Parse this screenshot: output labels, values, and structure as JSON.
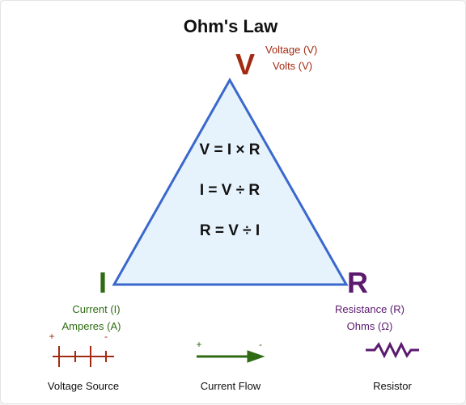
{
  "title": "Ohm's Law",
  "colors": {
    "voltage": "#a32a12",
    "current": "#2e6b12",
    "resistance": "#5b1a6e",
    "triangle_stroke": "#3a68cc",
    "triangle_fill": "#e6f2fc"
  },
  "vertices": {
    "voltage": {
      "letter": "V",
      "line1": "Voltage (V)",
      "line2": "Volts (V)"
    },
    "current": {
      "letter": "I",
      "line1": "Current (I)",
      "line2": "Amperes (A)"
    },
    "resistance": {
      "letter": "R",
      "line1": "Resistance (R)",
      "line2": "Ohms (Ω)"
    }
  },
  "formulas": [
    "V = I × R",
    "I = V ÷ R",
    "R = V ÷ I"
  ],
  "legend": {
    "voltage_source": {
      "label": "Voltage Source",
      "plus": "+",
      "minus": "-",
      "icon": "battery-icon"
    },
    "current_flow": {
      "label": "Current Flow",
      "plus": "+",
      "minus": "-",
      "icon": "arrow-right-icon"
    },
    "resistor": {
      "label": "Resistor",
      "icon": "zigzag-resistor-icon"
    }
  }
}
